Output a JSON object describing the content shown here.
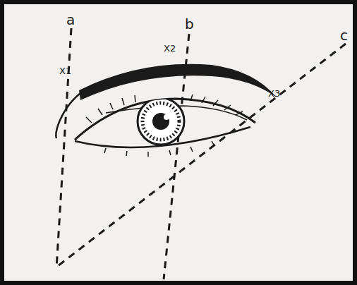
{
  "diagram": {
    "labels": [
      "a",
      "b",
      "c",
      "X2",
      "X1",
      "X3"
    ]
  }
}
